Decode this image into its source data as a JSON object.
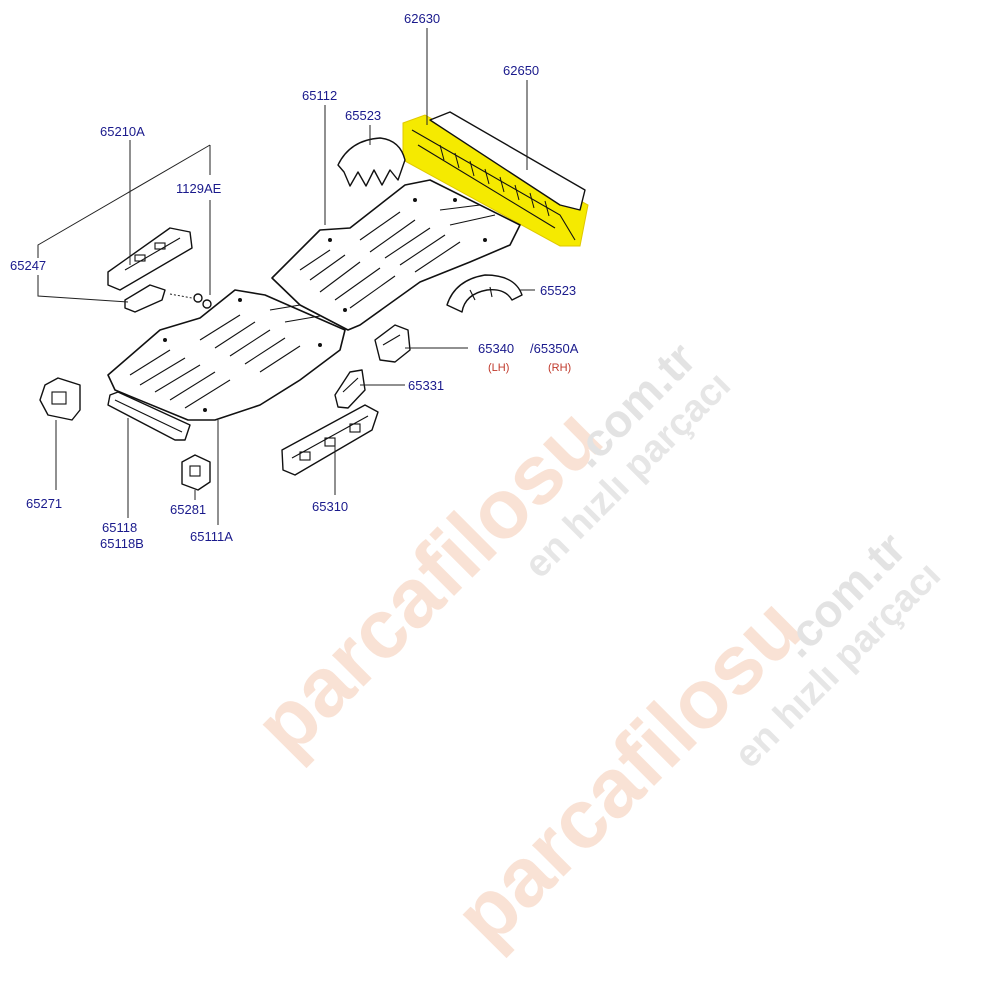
{
  "diagram": {
    "highlight_color": "#f5ea00",
    "label_color": "#1a1a8c",
    "side_color": "#c0392b",
    "parts": {
      "p62630": "62630",
      "p62650": "62650",
      "p65112": "65112",
      "p65523_top": "65523",
      "p65210A": "65210A",
      "p1129AE": "1129AE",
      "p65247": "65247",
      "p65523_right": "65523",
      "p65340": "65340",
      "p65350A": "/65350A",
      "lh": "(LH)",
      "rh": "(RH)",
      "p65331": "65331",
      "p65271": "65271",
      "p65310": "65310",
      "p65118": "65118",
      "p65118B": "65118B",
      "p65281": "65281",
      "p65111A": "65111A"
    }
  },
  "watermark": {
    "brand": "parcafilosu",
    "domain": ".com.tr",
    "slogan": "en hızlı parçacı"
  }
}
